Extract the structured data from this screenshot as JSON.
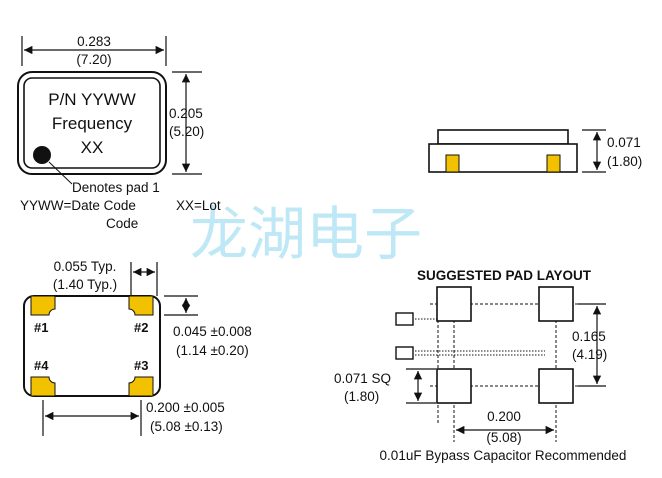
{
  "colors": {
    "pad": "#f2c200",
    "line": "#111111",
    "watermark": "#bfe8f6"
  },
  "top_view": {
    "width_in": "0.283",
    "width_mm": "(7.20)",
    "height_in": "0.205",
    "height_mm": "(5.20)",
    "marking_line1": "P/N YYWW",
    "marking_line2": "Frequency",
    "marking_line3": "XX",
    "note_pad1": "Denotes pad 1",
    "note_yyww": "YYWW=Date Code",
    "note_xx": "XX=Lot",
    "note_code": "Code"
  },
  "side_view": {
    "height_in": "0.071",
    "height_mm": "(1.80)"
  },
  "watermark": "龙湖电子",
  "bottom_view": {
    "pad_width": "0.055 Typ.",
    "pad_width_mm": "(1.40 Typ.)",
    "pad_height": "0.045 ±0.008",
    "pad_height_mm": "(1.14 ±0.20)",
    "pitch": "0.200 ±0.005",
    "pitch_mm": "(5.08 ±0.13)",
    "pad_labels": [
      "#1",
      "#2",
      "#4",
      "#3"
    ]
  },
  "pad_layout": {
    "title": "SUGGESTED PAD LAYOUT",
    "vpitch": "0.165",
    "vpitch_mm": "(4.19)",
    "pad_size": "0.071 SQ",
    "pad_size_mm": "(1.80)",
    "hpitch": "0.200",
    "hpitch_mm": "(5.08)",
    "note": "0.01uF Bypass Capacitor Recommended"
  }
}
